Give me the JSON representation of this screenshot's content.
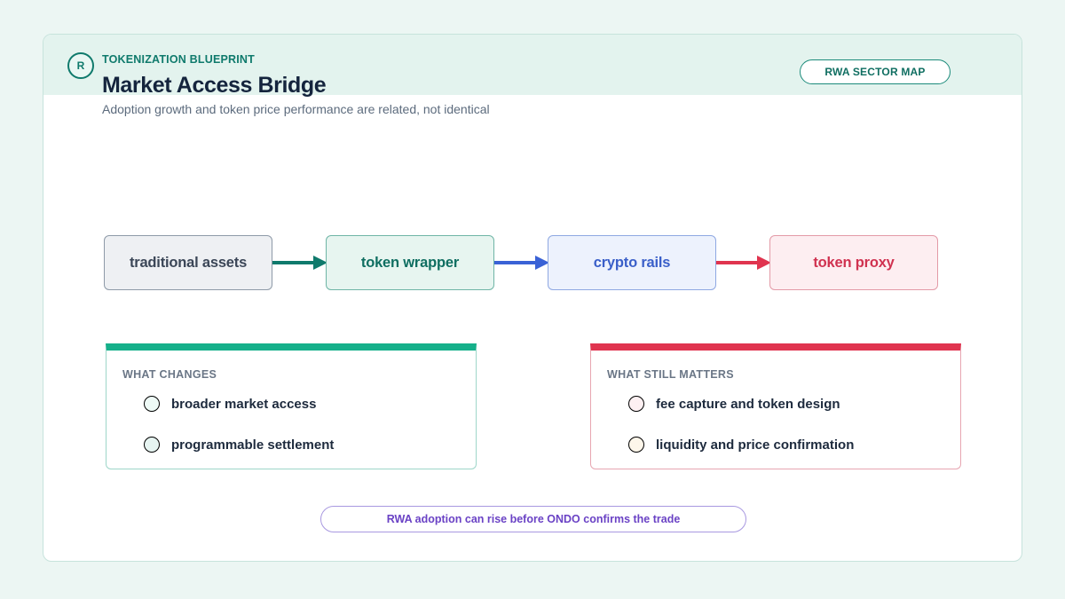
{
  "header": {
    "logo_letter": "R",
    "eyebrow": "TOKENIZATION BLUEPRINT",
    "title": "Market Access Bridge",
    "subtitle": "Adoption growth and token price performance are related, not identical",
    "sector_label": "RWA SECTOR MAP"
  },
  "flow": {
    "steps": [
      {
        "label": "traditional assets"
      },
      {
        "label": "token wrapper"
      },
      {
        "label": "crypto rails"
      },
      {
        "label": "token proxy"
      }
    ],
    "arrow_colors": [
      "#0f7a6c",
      "#3a62d6",
      "#e0344f"
    ]
  },
  "panels": {
    "changes": {
      "heading": "WHAT CHANGES",
      "accent": "#16b08a",
      "items": [
        {
          "label": "broader market access"
        },
        {
          "label": "programmable settlement"
        }
      ]
    },
    "matters": {
      "heading": "WHAT STILL MATTERS",
      "accent": "#e0344f",
      "items": [
        {
          "label": "fee capture and token design"
        },
        {
          "label": "liquidity and price confirmation"
        }
      ]
    }
  },
  "footer": {
    "note": "RWA adoption can rise before ONDO confirms the trade"
  }
}
